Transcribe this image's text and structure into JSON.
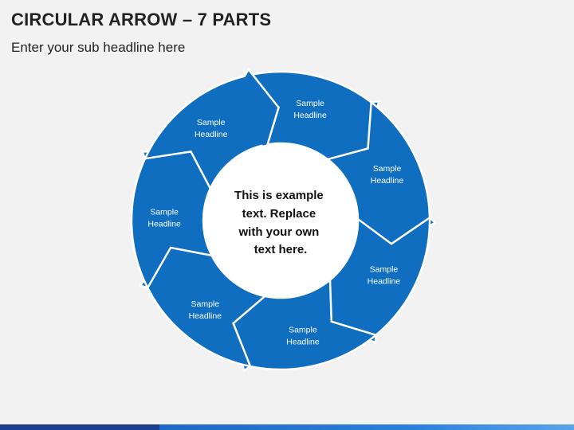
{
  "slide": {
    "title": "CIRCULAR ARROW – 7 PARTS",
    "subtitle": "Enter your sub headline here"
  },
  "diagram": {
    "segments": [
      {
        "line1": "Sample",
        "line2": "Headline"
      },
      {
        "line1": "Sample",
        "line2": "Headline"
      },
      {
        "line1": "Sample",
        "line2": "Headline"
      },
      {
        "line1": "Sample",
        "line2": "Headline"
      },
      {
        "line1": "Sample",
        "line2": "Headline"
      },
      {
        "line1": "Sample",
        "line2": "Headline"
      },
      {
        "line1": "Sample",
        "line2": "Headline"
      }
    ],
    "center_text": [
      "This is example",
      "text. Replace",
      "with your own",
      "text here."
    ]
  },
  "colors": {
    "segment_fill": "#0f6ebf",
    "segment_stroke": "#ffffff",
    "background": "#f2f2f2",
    "bar_dark": "#1a3f8f",
    "bar_light": "#2a7fdc"
  }
}
